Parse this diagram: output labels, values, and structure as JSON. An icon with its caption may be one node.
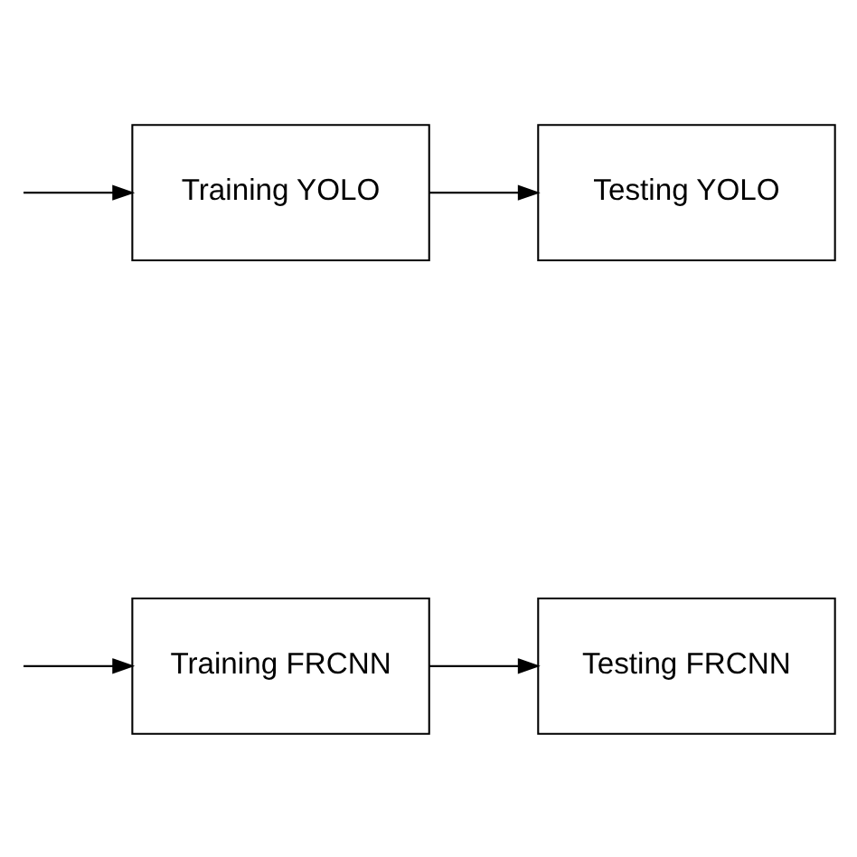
{
  "diagram": {
    "nodes": [
      {
        "text": [
          "Training FRCNN"
        ]
      },
      {
        "text": [
          "Testing FRCNN"
        ]
      },
      {
        "text": [
          "Training YOLO"
        ]
      },
      {
        "text": [
          "Testing YOLO"
        ]
      }
    ],
    "edges": [
      {
        "from": null,
        "to": 0,
        "arrow": "to"
      },
      {
        "from": 0,
        "to": 1,
        "arrow": "to"
      },
      {
        "from": null,
        "to": 2,
        "arrow": "to"
      },
      {
        "from": 2,
        "to": 3,
        "arrow": "to"
      }
    ]
  }
}
